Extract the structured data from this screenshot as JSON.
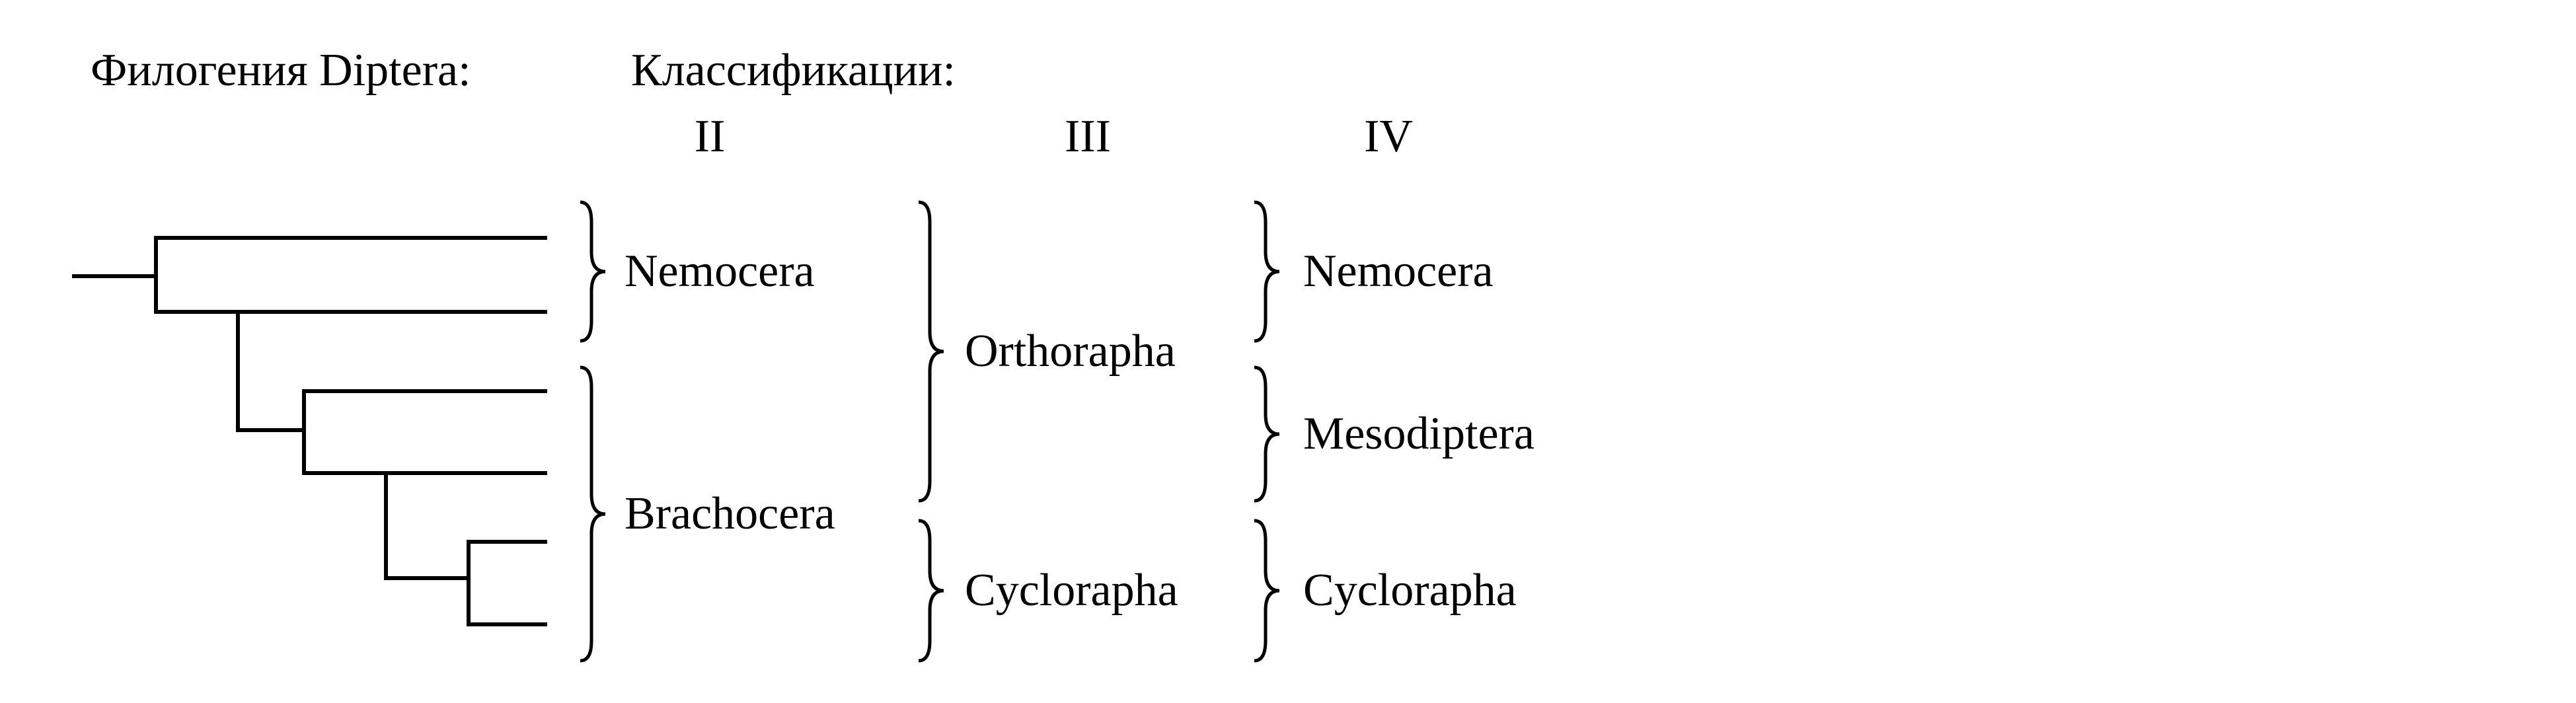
{
  "title": "Филогения Diptera:",
  "classifications_heading": "Классификации:",
  "columns": [
    {
      "numeral": "II",
      "groups": [
        {
          "label": "Nemocera",
          "tips": [
            1,
            2
          ]
        },
        {
          "label": "Brachocera",
          "tips": [
            3,
            4,
            5,
            6
          ]
        }
      ]
    },
    {
      "numeral": "III",
      "groups": [
        {
          "label": "Orthorapha",
          "tips": [
            1,
            2,
            3,
            4
          ]
        },
        {
          "label": "Cyclorapha",
          "tips": [
            5,
            6
          ]
        }
      ]
    },
    {
      "numeral": "IV",
      "groups": [
        {
          "label": "Nemocera",
          "tips": [
            1,
            2
          ]
        },
        {
          "label": "Mesodiptera",
          "tips": [
            3,
            4
          ]
        },
        {
          "label": "Cyclorapha",
          "tips": [
            5,
            6
          ]
        }
      ]
    }
  ],
  "tree": {
    "type": "cladogram",
    "taxon": "Diptera",
    "tip_count": 6,
    "orientation": "left-to-right"
  },
  "colors": {
    "foreground": "#000000",
    "background": "#ffffff"
  }
}
